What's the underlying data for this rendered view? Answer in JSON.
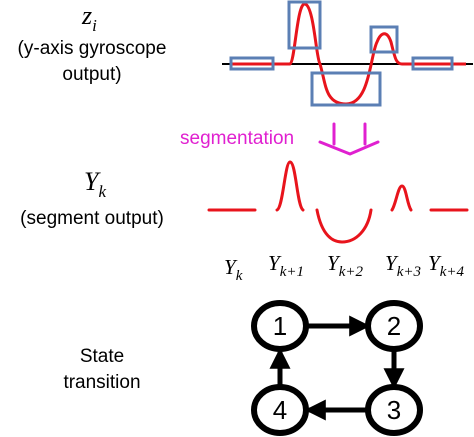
{
  "labels": {
    "z_symbol": "z",
    "z_subscript": "i",
    "z_desc_line1": "(y-axis gyroscope",
    "z_desc_line2": "output)",
    "segmentation": "segmentation",
    "y_symbol": "Y",
    "y_subscript": "k",
    "y_desc": "(segment output)",
    "state_line1": "State",
    "state_line2": "transition"
  },
  "segment_labels": [
    {
      "base": "Y",
      "sub": "k"
    },
    {
      "base": "Y",
      "sub": "k+1"
    },
    {
      "base": "Y",
      "sub": "k+2"
    },
    {
      "base": "Y",
      "sub": "k+3"
    },
    {
      "base": "Y",
      "sub": "k+4"
    }
  ],
  "states": [
    "1",
    "2",
    "3",
    "4"
  ],
  "transitions": [
    {
      "from": "1",
      "to": "2"
    },
    {
      "from": "2",
      "to": "3"
    },
    {
      "from": "3",
      "to": "4"
    },
    {
      "from": "4",
      "to": "1"
    }
  ],
  "colors": {
    "signal": "#e8141c",
    "box": "#5b7fb4",
    "segmentation": "#e020d0",
    "axis": "#000000",
    "state": "#000000"
  }
}
